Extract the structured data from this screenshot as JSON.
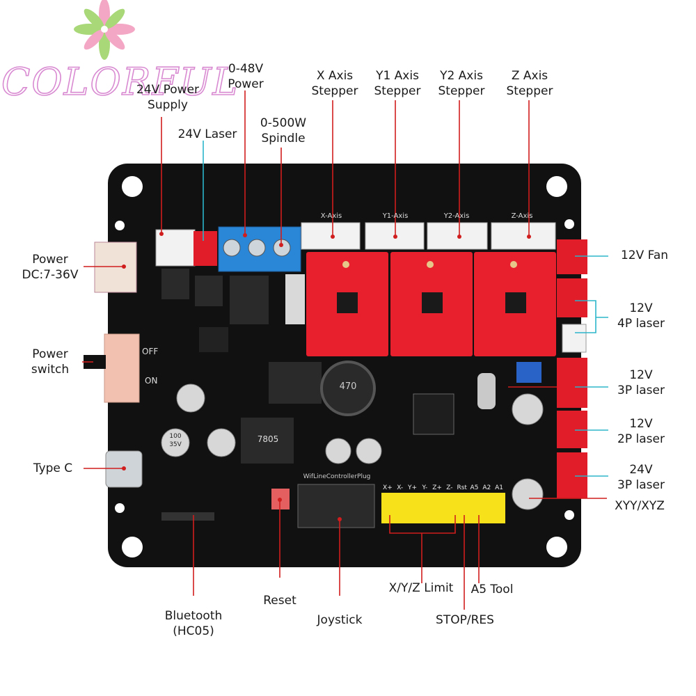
{
  "brand": {
    "name": "COLORFUL",
    "outline_color": "#d98bd2",
    "flower_colors": [
      "#f4a7c4",
      "#a8d878"
    ]
  },
  "colors": {
    "board": "#111111",
    "pointer_line": "#d01d1d",
    "laser_pointer_line": "#2bb5c9",
    "terminal_block": "#2a86d6",
    "driver_board": "#e8202e",
    "header_white": "#f2f2f2",
    "header_red": "#e21d2a",
    "pin_header_yellow": "#f7e11a"
  },
  "board_silkscreen": {
    "x_axis": "X-Axis",
    "y1_axis": "Y1-Axis",
    "y2_axis": "Y2-Axis",
    "z_axis": "Z-Axis",
    "limit_pins": [
      "X+",
      "X-",
      "Y+",
      "Y-",
      "Z+",
      "Z-",
      "Rst",
      "A5",
      "A2",
      "A1"
    ],
    "off": "OFF",
    "on": "ON",
    "inductor": "470",
    "regulator": "7805",
    "cap_value": "100",
    "cap_voltage": "35V",
    "joystick_plug": "WifLineControllerPlug"
  },
  "labels": {
    "power_24v_supply": "24V Power\nSupply",
    "laser_24v": "24V Laser",
    "power_0_48v": "0-48V\nPower",
    "spindle": "0-500W\nSpindle",
    "x_axis_stepper": "X Axis\nStepper",
    "y1_axis_stepper": "Y1 Axis\nStepper",
    "y2_axis_stepper": "Y2 Axis\nStepper",
    "z_axis_stepper": "Z Axis\nStepper",
    "power_dc": "Power\nDC:7-36V",
    "power_switch": "Power\nswitch",
    "type_c": "Type C",
    "bluetooth": "Bluetooth\n(HC05)",
    "reset": "Reset",
    "joystick": "Joystick",
    "xyz_limit": "X/Y/Z Limit",
    "stop_res": "STOP/RES",
    "a5_tool": "A5 Tool",
    "fan_12v": "12V Fan",
    "laser_12v_4p": "12V\n4P laser",
    "laser_12v_3p": "12V\n3P laser",
    "laser_12v_2p": "12V\n2P laser",
    "laser_24v_3p": "24V\n3P laser",
    "xyy_xyz": "XYY/XYZ"
  }
}
